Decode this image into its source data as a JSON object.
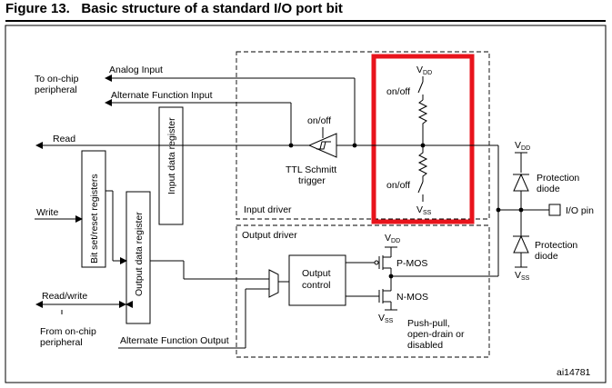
{
  "figure": {
    "number": "Figure 13.",
    "title": "Basic structure of a standard I/O port bit",
    "id": "ai14781"
  },
  "labels": {
    "to_onchip_1": "To on-chip",
    "to_onchip_2": "peripheral",
    "analog_input": "Analog Input",
    "alt_func_input": "Alternate Function Input",
    "read": "Read",
    "write": "Write",
    "read_write": "Read/write",
    "from_onchip_1": "From on-chip",
    "from_onchip_2": "peripheral",
    "alt_func_output": "Alternate Function Output",
    "input_data_register": "Input data register",
    "bit_set_reset_registers": "Bit set/reset registers",
    "output_data_register": "Output data register",
    "on_off": "on/off",
    "ttl_schmitt_1": "TTL Schmitt",
    "ttl_schmitt_2": "trigger",
    "input_driver": "Input driver",
    "output_driver": "Output driver",
    "output_control_1": "Output",
    "output_control_2": "control",
    "p_mos": "P-MOS",
    "n_mos": "N-MOS",
    "vdd_main": "V",
    "vdd_sub": "DD",
    "vss_main": "V",
    "vss_sub": "SS",
    "protection_diode_1": "Protection",
    "protection_diode_2": "diode",
    "io_pin": "I/O pin",
    "push_pull_1": "Push-pull,",
    "push_pull_2": "open-drain or",
    "push_pull_3": "disabled"
  },
  "colors": {
    "highlight": "#e8141c",
    "line": "#000000",
    "background": "#ffffff"
  }
}
